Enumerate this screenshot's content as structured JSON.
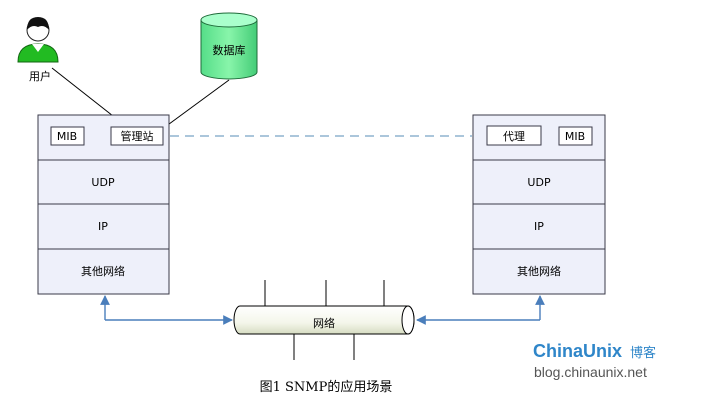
{
  "user_label": "用户",
  "database_label": "数据库",
  "manager_station": {
    "mib_label": "MIB",
    "manager_label": "管理站",
    "layers": [
      "UDP",
      "IP",
      "其他网络"
    ]
  },
  "agent_station": {
    "agent_label": "代理",
    "mib_label": "MIB",
    "layers": [
      "UDP",
      "IP",
      "其他网络"
    ]
  },
  "network_label": "网络",
  "caption": "图1 SNMP的应用场景",
  "watermark": {
    "brand": "ChinaUnix",
    "brand_suffix": "博客",
    "url": "blog.chinaunix.net"
  },
  "colors": {
    "box_fill": "#eef0fa",
    "box_stroke": "#3a3a48",
    "arrow": "#4a7ebb",
    "dashed_link": "#8fb3cf",
    "db_fill": "#66ee99",
    "user_green": "#22bb22",
    "watermark_blue": "#2f86c9"
  }
}
